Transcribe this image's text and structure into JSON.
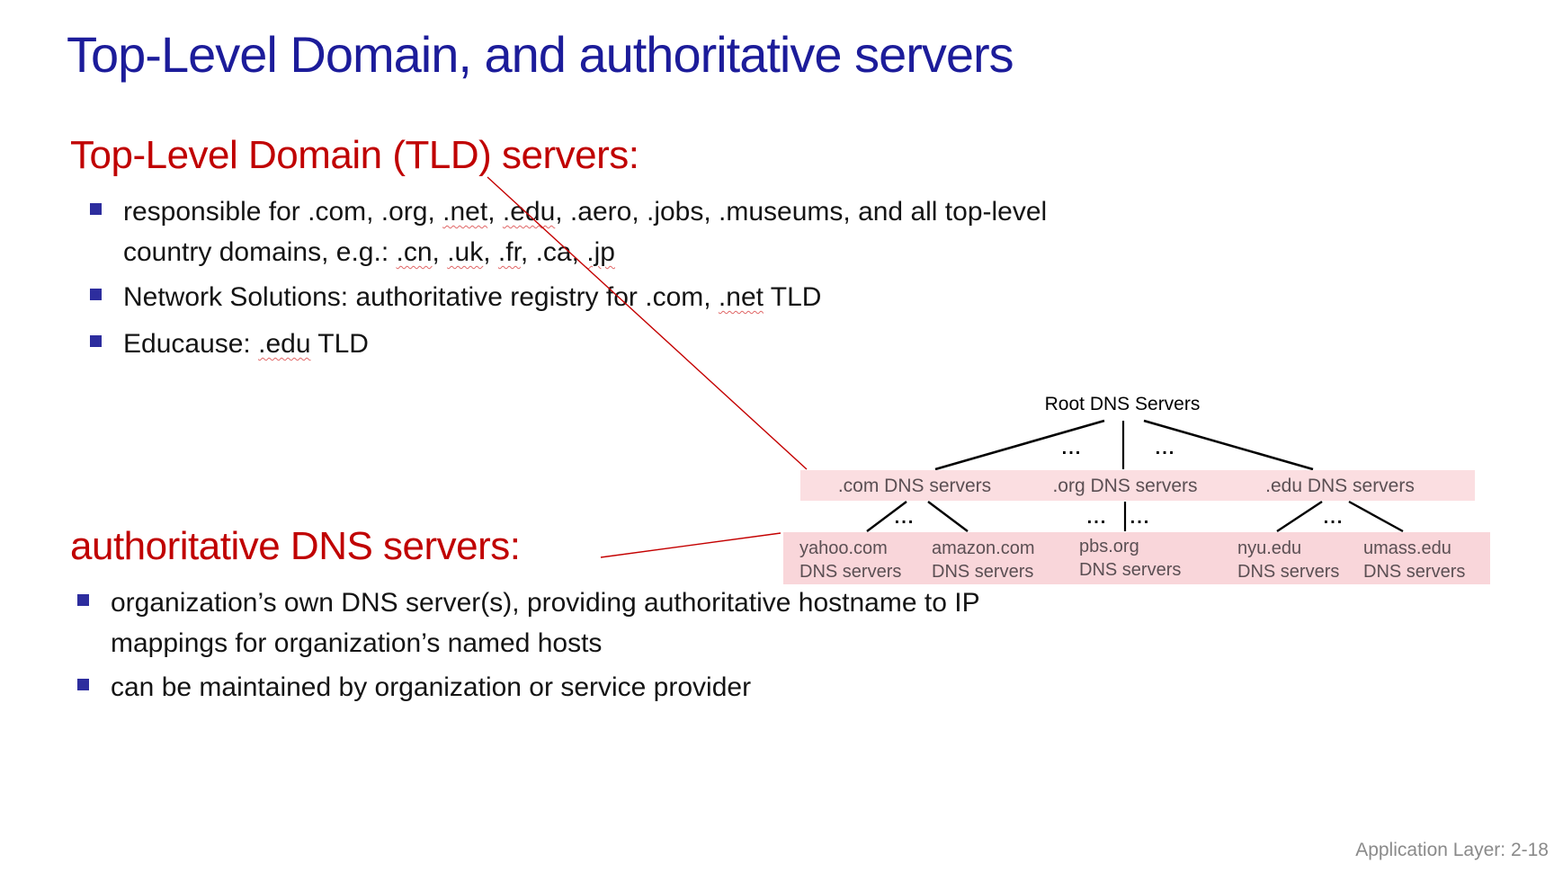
{
  "slide": {
    "title": "Top-Level Domain, and authoritative servers",
    "footer": "Application Layer: 2-18"
  },
  "tld_section": {
    "heading": "Top-Level Domain (TLD) servers:",
    "bullets": [
      {
        "segments": [
          {
            "t": "responsible for .com, .org, "
          },
          {
            "t": ".net",
            "w": true
          },
          {
            "t": ", "
          },
          {
            "t": ".edu",
            "w": true
          },
          {
            "t": ", .aero, .jobs, .museums, and all top-level\ncountry domains, e.g.: "
          },
          {
            "t": ".cn",
            "w": true
          },
          {
            "t": ", "
          },
          {
            "t": ".uk",
            "w": true
          },
          {
            "t": ", "
          },
          {
            "t": ".fr",
            "w": true
          },
          {
            "t": ", .ca, "
          },
          {
            "t": ".jp",
            "w": true
          }
        ]
      },
      {
        "segments": [
          {
            "t": "Network Solutions: authoritative registry for .com, "
          },
          {
            "t": ".net",
            "w": true
          },
          {
            "t": " TLD"
          }
        ]
      },
      {
        "segments": [
          {
            "t": "Educause: "
          },
          {
            "t": ".edu",
            "w": true
          },
          {
            "t": " TLD"
          }
        ]
      }
    ]
  },
  "authoritative_section": {
    "heading": "authoritative DNS servers:",
    "bullets": [
      {
        "segments": [
          {
            "t": "organization’s own DNS server(s), providing authoritative hostname to IP\nmappings for organization’s named hosts"
          }
        ]
      },
      {
        "segments": [
          {
            "t": "can be maintained by organization or service provider"
          }
        ]
      }
    ]
  },
  "diagram": {
    "root_label": "Root DNS Servers",
    "tier2": [
      ".com DNS servers",
      ".org DNS servers",
      ".edu DNS servers"
    ],
    "leaves": [
      "yahoo.com\nDNS servers",
      "amazon.com\nDNS servers",
      "pbs.org\nDNS servers",
      "nyu.edu\nDNS servers",
      "umass.edu\nDNS servers"
    ],
    "dots": "..."
  },
  "colors": {
    "title_blue": "#1c1c9a",
    "heading_red": "#c00000",
    "bullet_navy": "#2d2d9e",
    "band_pink": "#fbdee1",
    "band_pink_lower": "#f9d6da",
    "diagram_text": "#5b4f53",
    "annotation_red": "#c40000",
    "tree_line": "#000000",
    "footer_gray": "#8a8a8a"
  }
}
